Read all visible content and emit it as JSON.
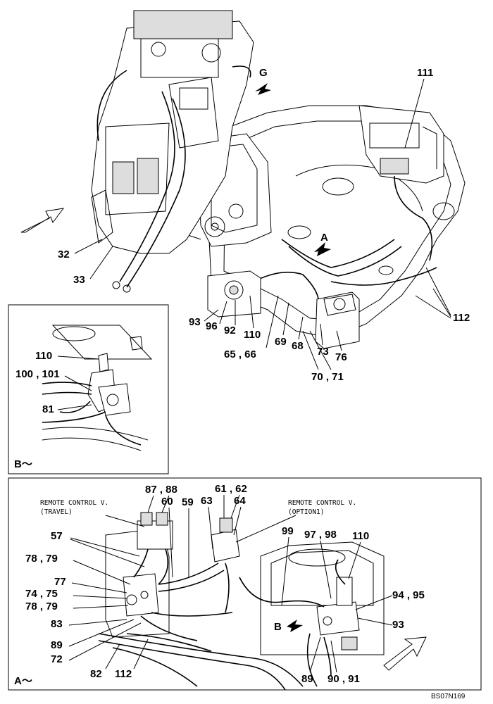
{
  "drawing_code": "BS07N169",
  "view_labels": {
    "b": "B～",
    "a": "A～"
  },
  "direction_labels": {
    "g": "G",
    "a": "A",
    "b": "B"
  },
  "notes": {
    "rc_travel_1": "REMOTE CONTROL V.",
    "rc_travel_2": "(TRAVEL)",
    "rc_option_1": "REMOTE CONTROL V.",
    "rc_option_2": "(OPTION1)"
  },
  "main_labels": {
    "l111": "111",
    "l32": "32",
    "l33": "33",
    "l112": "112",
    "l93": "93",
    "l96": "96",
    "l92": "92",
    "l110": "110",
    "l65_66": "65 , 66",
    "l69": "69",
    "l68": "68",
    "l73": "73",
    "l76": "76",
    "l70_71": "70 , 71"
  },
  "view_b_labels": {
    "l110": "110",
    "l100_101": "100 , 101",
    "l81": "81"
  },
  "view_a_labels": {
    "l87_88": "87 , 88",
    "l61_62": "61 , 62",
    "l60": "60",
    "l59": "59",
    "l63": "63",
    "l64": "64",
    "l57": "57",
    "l78_79a": "78 , 79",
    "l99": "99",
    "l97_98": "97 , 98",
    "l110": "110",
    "l77": "77",
    "l74_75": "74 , 75",
    "l78_79b": "78 , 79",
    "l94_95": "94 , 95",
    "l83": "83",
    "l93": "93",
    "l89a": "89",
    "l72": "72",
    "l82": "82",
    "l112": "112",
    "l89b": "89",
    "l90_91": "90 , 91"
  }
}
